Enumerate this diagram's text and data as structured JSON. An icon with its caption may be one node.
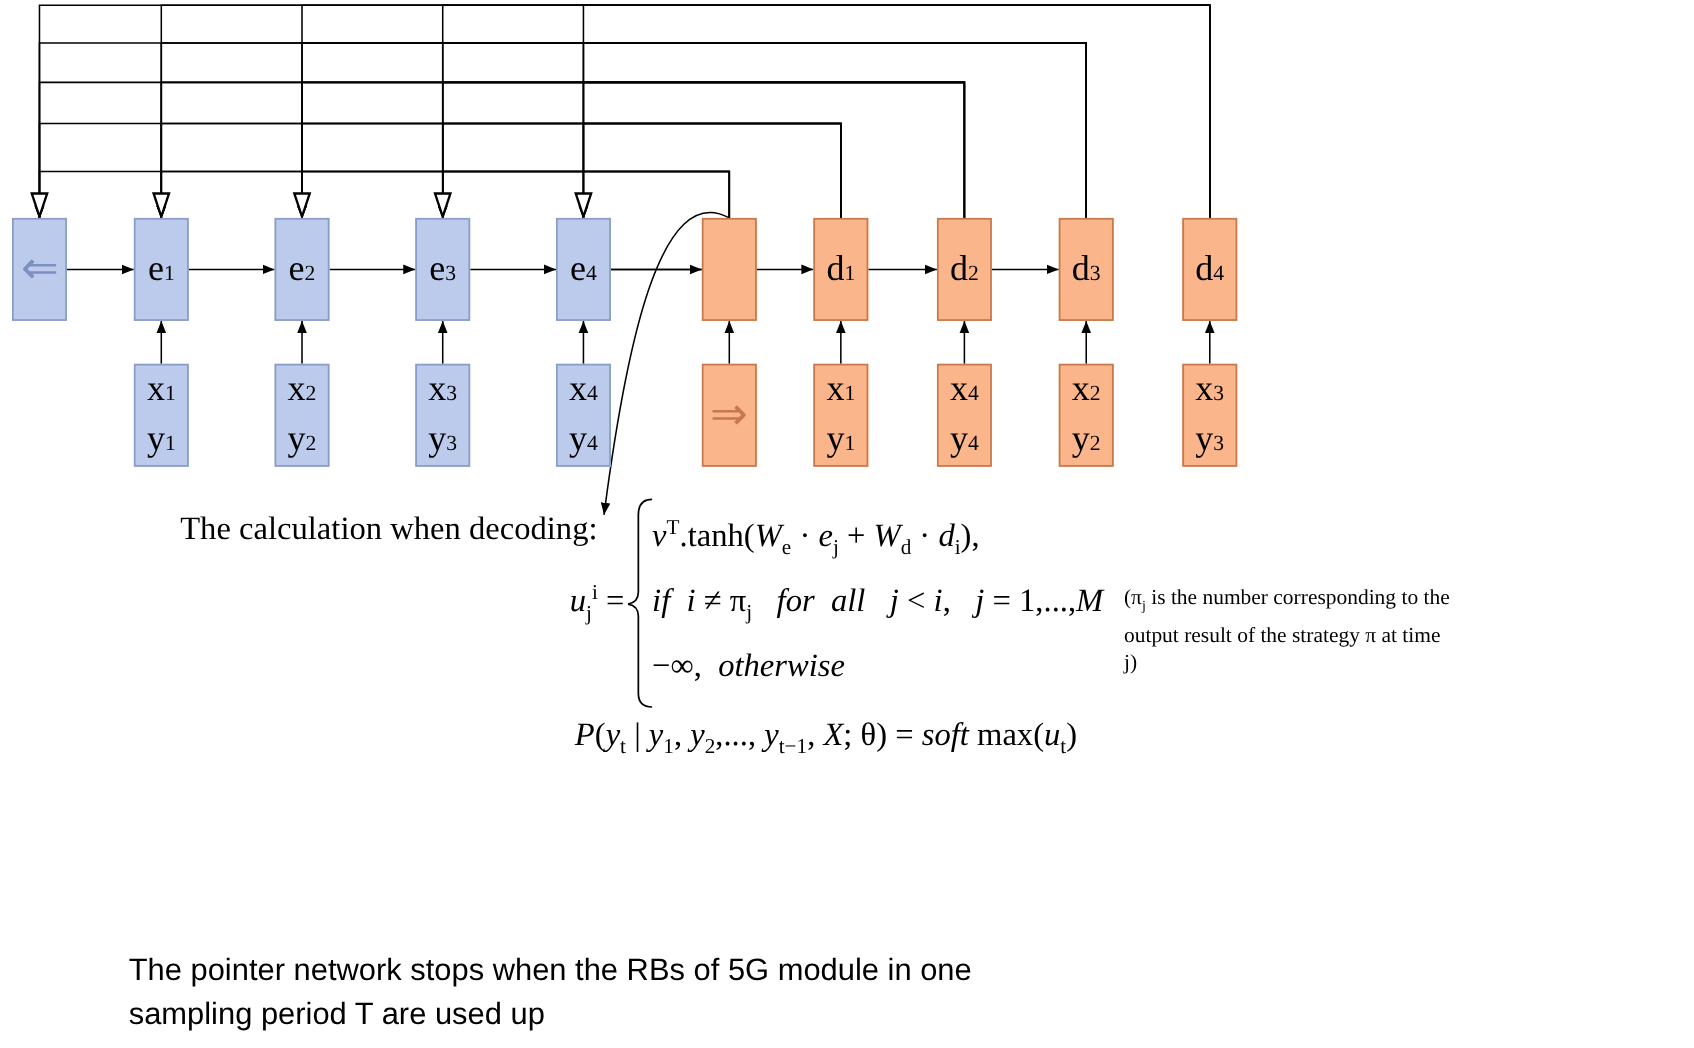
{
  "diagram": {
    "nodes": [
      {
        "text": [
          "⇐"
        ]
      },
      {
        "text": [
          "e$_{1}$"
        ]
      },
      {
        "text": [
          "e$_{2}$"
        ]
      },
      {
        "text": [
          "e$_{3}$"
        ]
      },
      {
        "text": [
          "e$_{4}$"
        ]
      },
      {
        "text": [],
        "shape": "box"
      },
      {
        "text": [
          "d$_{1}$"
        ]
      },
      {
        "text": [
          "d$_{2}$"
        ]
      },
      {
        "text": [
          "d$_{3}$"
        ]
      },
      {
        "text": [
          "d$_{4}$"
        ]
      },
      {
        "text": [
          "x$_{1}$",
          "y$_{1}$"
        ]
      },
      {
        "text": [
          "x$_{2}$",
          "y$_{2}$"
        ]
      },
      {
        "text": [
          "x$_{3}$",
          "y$_{3}$"
        ]
      },
      {
        "text": [
          "x$_{4}$",
          "y$_{4}$"
        ]
      },
      {
        "text": [
          "⇒"
        ]
      },
      {
        "text": [
          "x$_{1}$",
          "y$_{1}$"
        ]
      },
      {
        "text": [
          "x$_{4}$",
          "y$_{4}$"
        ]
      },
      {
        "text": [
          "x$_{2}$",
          "y$_{2}$"
        ]
      },
      {
        "text": [
          "x$_{3}$",
          "y$_{3}$"
        ]
      },
      {
        "text": [
          "The calculation when decoding:"
        ]
      }
    ],
    "edges": [
      {
        "from": 0,
        "to": 1,
        "arrow": "to"
      },
      {
        "from": 1,
        "to": 2,
        "arrow": "to"
      },
      {
        "from": 2,
        "to": 3,
        "arrow": "to"
      },
      {
        "from": 3,
        "to": 4,
        "arrow": "to"
      },
      {
        "from": 4,
        "to": 5,
        "arrow": "to"
      },
      {
        "from": 5,
        "to": 6,
        "arrow": "to"
      },
      {
        "from": 6,
        "to": 7,
        "arrow": "to"
      },
      {
        "from": 7,
        "to": 8,
        "arrow": "to"
      },
      {
        "from": 10,
        "to": 1,
        "arrow": "to"
      },
      {
        "from": 11,
        "to": 2,
        "arrow": "to"
      },
      {
        "from": 12,
        "to": 3,
        "arrow": "to"
      },
      {
        "from": 13,
        "to": 4,
        "arrow": "to"
      },
      {
        "from": 14,
        "to": 5,
        "arrow": "to"
      },
      {
        "from": 15,
        "to": 6,
        "arrow": "to"
      },
      {
        "from": 16,
        "to": 7,
        "arrow": "to"
      },
      {
        "from": 17,
        "to": 8,
        "arrow": "to"
      },
      {
        "from": 18,
        "to": 9,
        "arrow": "to"
      },
      {
        "from": 5,
        "to": 0,
        "arrow": "to"
      },
      {
        "from": 5,
        "to": 1,
        "arrow": "to"
      },
      {
        "from": 5,
        "to": 2,
        "arrow": "to"
      },
      {
        "from": 5,
        "to": 3,
        "arrow": "to"
      },
      {
        "from": 5,
        "to": 4,
        "arrow": "to"
      },
      {
        "from": 6,
        "to": 0,
        "arrow": "to"
      },
      {
        "from": 6,
        "to": 1,
        "arrow": "to"
      },
      {
        "from": 6,
        "to": 2,
        "arrow": "to"
      },
      {
        "from": 6,
        "to": 3,
        "arrow": "to"
      },
      {
        "from": 6,
        "to": 4,
        "arrow": "to"
      },
      {
        "from": 7,
        "to": 0,
        "arrow": "to"
      },
      {
        "from": 7,
        "to": 1,
        "arrow": "to"
      },
      {
        "from": 7,
        "to": 2,
        "arrow": "to"
      },
      {
        "from": 7,
        "to": 3,
        "arrow": "to"
      },
      {
        "from": 7,
        "to": 4,
        "arrow": "to"
      },
      {
        "from": 8,
        "to": 0,
        "arrow": "to"
      },
      {
        "from": 8,
        "to": 1,
        "arrow": "to"
      },
      {
        "from": 8,
        "to": 2,
        "arrow": "to"
      },
      {
        "from": 8,
        "to": 3,
        "arrow": "to"
      },
      {
        "from": 8,
        "to": 4,
        "arrow": "to"
      },
      {
        "from": 9,
        "to": 0,
        "arrow": "to"
      },
      {
        "from": 9,
        "to": 1,
        "arrow": "to"
      },
      {
        "from": 9,
        "to": 2,
        "arrow": "to"
      },
      {
        "from": 9,
        "to": 3,
        "arrow": "to"
      },
      {
        "from": 9,
        "to": 4,
        "arrow": "to"
      },
      {
        "from": 5,
        "to": 19,
        "arrow": "to"
      }
    ],
    "labels": [
      "*u*$_{j}$$^{i}$ =",
      "*v*$^{T}$.tanh(*W*$_{e}$ · *e*$_{j}$ + *W*$_{d}$ · *d*$_{i}$),",
      "*if*  *i* ≠ π$_{j}$   *for*  *all*   *j* < *i*,   *j* = 1,...,*M*",
      "−∞,  *otherwise*",
      "(π$_{j}$ is the number corresponding to the output result of the strategy π at time j)",
      "*P*(*y*$_{t}$ | *y*$_{1}$, *y*$_{2}$,..., *y*$_{t−1}$, *X*; θ) = *soft* max(*u*$_{t}$)",
      "The pointer network stops when the RBs of 5G module in one sampling period T are used up"
    ]
  }
}
